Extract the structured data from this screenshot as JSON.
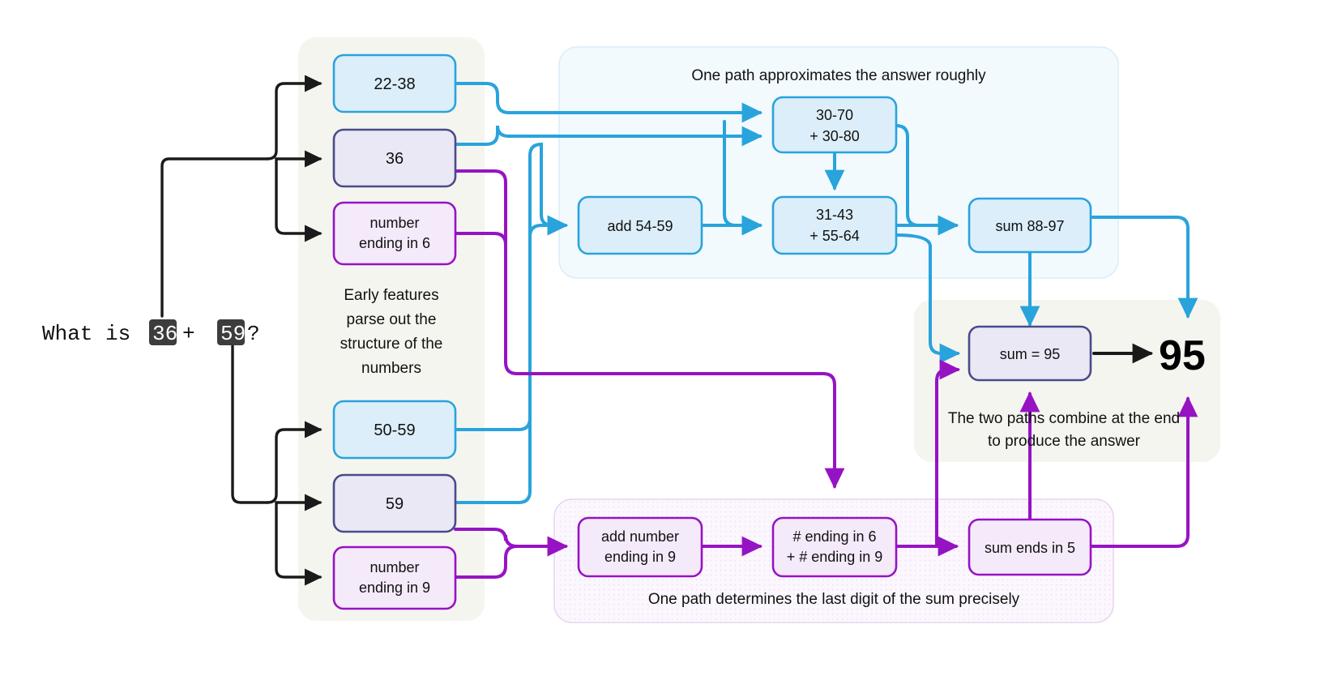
{
  "meta": {
    "title": "Attribution graph for 36 + 59 addition",
    "answer": "95"
  },
  "colors": {
    "blue_stroke": "#29A3DC",
    "blue_fill": "#DCEEF9",
    "purple_stroke": "#9613C4",
    "purple_fill": "#F5EAFA",
    "navy_stroke": "#4A4A8A",
    "navy_fill": "#EAE8F5",
    "black_stroke": "#1A1A1A",
    "beige_panel": "#F5F5F0",
    "blue_panel": "#F2FAFE",
    "purple_panel": "#FCF7FE",
    "highlight_chip": "#3D3D3D"
  },
  "prompt": {
    "prefix": "What is ",
    "operand_a": "36",
    "middle": " + ",
    "operand_b": "59",
    "suffix": "?"
  },
  "panels": {
    "features": {
      "caption_lines": [
        "Early features",
        "parse out the",
        "structure of the",
        "numbers"
      ]
    },
    "approx": {
      "caption": "One path approximates the answer roughly"
    },
    "precise": {
      "caption": "One path determines the last digit of the sum precisely"
    },
    "combine": {
      "caption_lines": [
        "The two paths combine at the end",
        "to produce the answer"
      ]
    }
  },
  "nodes": {
    "range_22_38": {
      "label": "22-38",
      "style": "blue"
    },
    "num_36": {
      "label": "36",
      "style": "navy"
    },
    "end_in_6": {
      "label_lines": [
        "number",
        "ending in 6"
      ],
      "style": "purple"
    },
    "range_50_59": {
      "label": "50-59",
      "style": "blue"
    },
    "num_59": {
      "label": "59",
      "style": "navy"
    },
    "end_in_9": {
      "label_lines": [
        "number",
        "ending in 9"
      ],
      "style": "purple"
    },
    "add_54_59": {
      "label": "add 54-59",
      "style": "blue"
    },
    "approx_a": {
      "label_lines": [
        "30-70",
        "+ 30-80"
      ],
      "style": "blue"
    },
    "approx_b": {
      "label_lines": [
        "31-43",
        "+ 55-64"
      ],
      "style": "blue"
    },
    "sum_88_97": {
      "label": "sum 88-97",
      "style": "blue"
    },
    "add_end_9": {
      "label_lines": [
        "add number",
        "ending in 9"
      ],
      "style": "purple"
    },
    "digit_sum": {
      "label_lines": [
        "# ending in 6",
        "+ # ending in 9"
      ],
      "style": "purple"
    },
    "ends_in_5": {
      "label": "sum ends in 5",
      "style": "purple"
    },
    "sum_95": {
      "label": "sum = 95",
      "style": "navy"
    }
  },
  "answer": {
    "value": "95"
  },
  "edges": [
    {
      "from": "prompt.36",
      "to": "range_22_38",
      "color": "black"
    },
    {
      "from": "prompt.36",
      "to": "num_36",
      "color": "black"
    },
    {
      "from": "prompt.36",
      "to": "end_in_6",
      "color": "black"
    },
    {
      "from": "prompt.59",
      "to": "range_50_59",
      "color": "black"
    },
    {
      "from": "prompt.59",
      "to": "num_59",
      "color": "black"
    },
    {
      "from": "prompt.59",
      "to": "end_in_9",
      "color": "black"
    },
    {
      "from": "range_22_38",
      "to": "approx_a",
      "color": "blue"
    },
    {
      "from": "num_36",
      "to": "approx_a",
      "color": "blue"
    },
    {
      "from": "range_50_59",
      "to": "add_54_59",
      "color": "blue"
    },
    {
      "from": "num_59",
      "to": "add_54_59",
      "color": "blue"
    },
    {
      "from": "add_54_59",
      "to": "approx_b",
      "color": "blue"
    },
    {
      "from": "approx_a",
      "to": "approx_b",
      "color": "blue"
    },
    {
      "from": "approx_a",
      "to": "sum_88_97",
      "color": "blue"
    },
    {
      "from": "approx_b",
      "to": "sum_88_97",
      "color": "blue"
    },
    {
      "from": "sum_88_97",
      "to": "sum_95",
      "color": "blue"
    },
    {
      "from": "sum_88_97",
      "to": "answer",
      "color": "blue"
    },
    {
      "from": "num_36",
      "to": "digit_sum",
      "color": "purple"
    },
    {
      "from": "end_in_6",
      "to": "digit_sum",
      "color": "purple"
    },
    {
      "from": "num_59",
      "to": "add_end_9",
      "color": "purple"
    },
    {
      "from": "end_in_9",
      "to": "add_end_9",
      "color": "purple"
    },
    {
      "from": "add_end_9",
      "to": "digit_sum",
      "color": "purple"
    },
    {
      "from": "digit_sum",
      "to": "ends_in_5",
      "color": "purple"
    },
    {
      "from": "ends_in_5",
      "to": "sum_95",
      "color": "purple"
    },
    {
      "from": "ends_in_5",
      "to": "answer",
      "color": "purple"
    },
    {
      "from": "sum_95",
      "to": "answer",
      "color": "black"
    }
  ]
}
